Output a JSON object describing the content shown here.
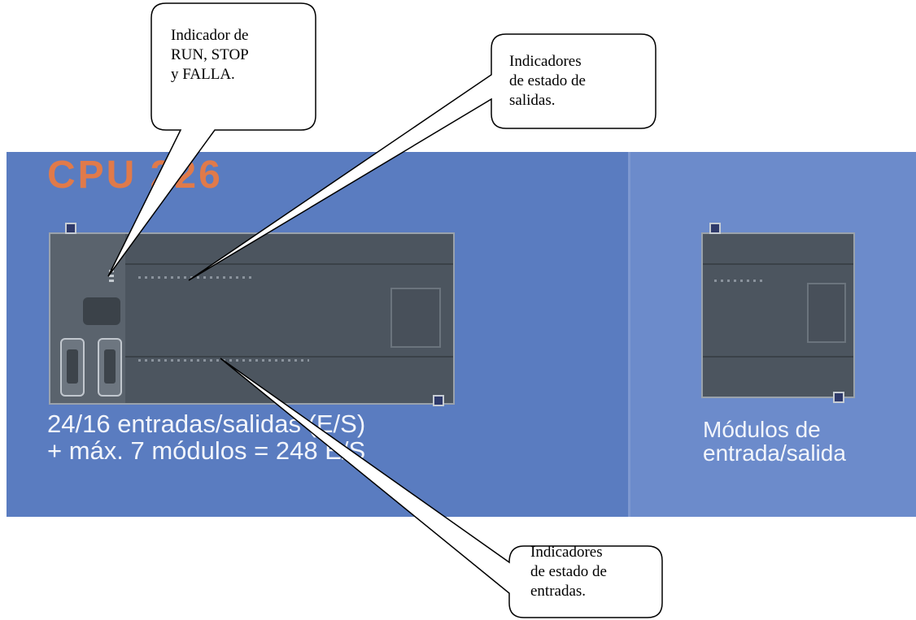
{
  "cpu_title": "CPU 226",
  "cpu_caption": {
    "line1": "24/16 entradas/salidas (E/S)",
    "line2": "+ máx. 7 módulos = 248 E/S"
  },
  "module_caption": {
    "line1": "Módulos de",
    "line2": "entrada/salida"
  },
  "callouts": {
    "run_stop": [
      "Indicador de",
      "RUN, STOP",
      "y FALLA."
    ],
    "outputs": [
      "Indicadores",
      "de estado de",
      "salidas."
    ],
    "inputs": [
      "Indicadores",
      "de estado de",
      "entradas."
    ]
  },
  "colors": {
    "panel_main": "#5a7cc0",
    "panel_side": "#6c8bcb",
    "cpu_title": "#e07a4a",
    "caption": "#f2f5fb"
  }
}
